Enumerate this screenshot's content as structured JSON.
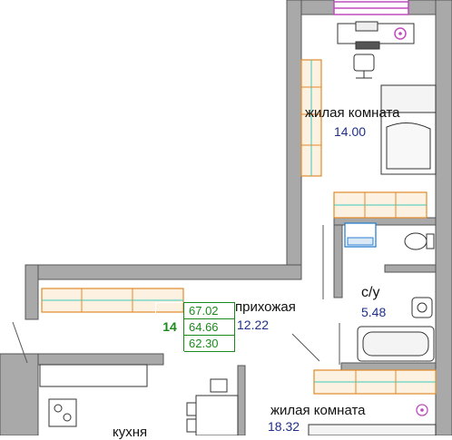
{
  "rooms": {
    "living1": {
      "name": "жилая комната",
      "area": "14.00"
    },
    "hall": {
      "name": "прихожая",
      "area": "12.22"
    },
    "bath": {
      "name": "с/у",
      "area": "5.48"
    },
    "living2": {
      "name": "жилая комната",
      "area": "18.32"
    },
    "kitchen": {
      "name": "кухня"
    }
  },
  "apartment": {
    "rooms_count": "14",
    "areas": [
      "67.02",
      "64.66",
      "62.30"
    ]
  },
  "colors": {
    "wall": "#a9a9a9",
    "wall_outline": "#555555",
    "cabinet_outline": "#e08a2a",
    "cabinet_fill": "#fdf2e2",
    "cabinet_hatch": "#3cc8b8",
    "window": "#c04bc0",
    "room_name_text": "#111111",
    "area_text": "#1f2f8a",
    "table": "#1b8a1b"
  }
}
